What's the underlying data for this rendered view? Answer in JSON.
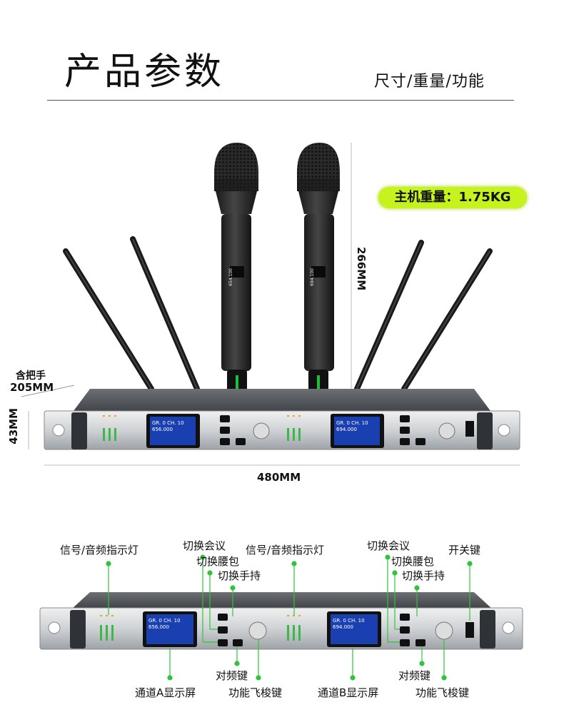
{
  "header": {
    "title": "产品参数",
    "subtitle": "尺寸/重量/功能"
  },
  "badge": {
    "text": "主机重量：1.75KG"
  },
  "dimensions": {
    "mic_height": "266MM",
    "handle_line1": "含把手",
    "handle_line2": "205MM",
    "unit_height": "43MM",
    "unit_width": "480MM"
  },
  "display": {
    "line1": "GR. 0 CH. 10",
    "line2_a": "656.000",
    "line2_b": "694.000",
    "mic_screen_a": "654.100",
    "mic_screen_b": "694.100"
  },
  "callouts": {
    "indicator_a": "信号/音频指示灯",
    "switch_meeting_a": "切换会议",
    "switch_bodypack_a": "切换腰包",
    "switch_handheld_a": "切换手持",
    "indicator_b": "信号/音频指示灯",
    "switch_meeting_b": "切换会议",
    "switch_bodypack_b": "切换腰包",
    "switch_handheld_b": "切换手持",
    "power_switch": "开关键",
    "display_a": "通道A显示屏",
    "pair_a": "对频键",
    "knob_a": "功能飞梭键",
    "display_b": "通道B显示屏",
    "pair_b": "对频键",
    "knob_b": "功能飞梭键"
  },
  "colors": {
    "badge": "#c6f21d",
    "callout_line": "#2fc53a",
    "screen": "#1a3fb0"
  }
}
